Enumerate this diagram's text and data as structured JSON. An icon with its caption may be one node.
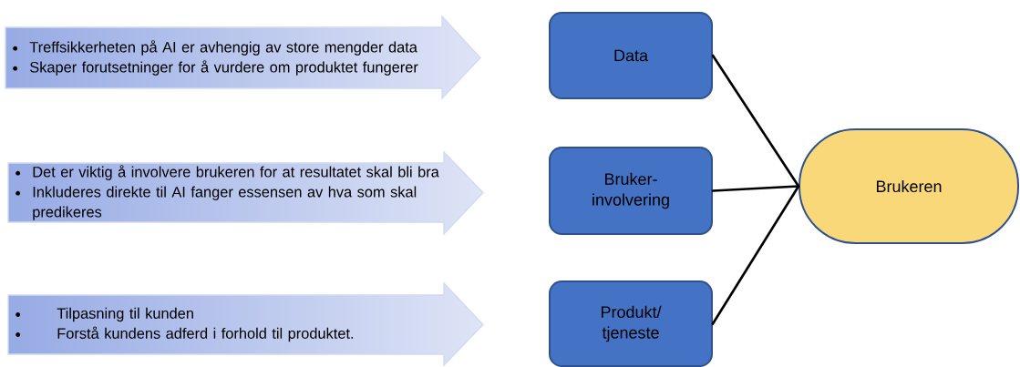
{
  "diagram": {
    "nodes": [
      {
        "text": [
          "Treffsikkerheten på AI er avhengig av store mengder data",
          "Skaper forutsetninger for å vurdere om produktet fungerer"
        ]
      },
      {
        "text": [
          "Det er viktig å involvere brukeren for at resultatet skal bli bra",
          "Inkluderes direkte til AI fanger essensen av hva som skal predikeres"
        ]
      },
      {
        "text": [
          "Tilpasning til kunden",
          "Forstå kundens adferd i forhold til produktet."
        ]
      },
      {
        "text": [
          "Data"
        ]
      },
      {
        "text": [
          "Bruker- involvering"
        ]
      },
      {
        "text": [
          "Produkt/ tjeneste"
        ]
      },
      {
        "text": [
          "Brukeren"
        ]
      }
    ],
    "edges": [
      {
        "from": 3,
        "to": 6,
        "arrow": "none"
      },
      {
        "from": 4,
        "to": 6,
        "arrow": "none"
      },
      {
        "from": 5,
        "to": 6,
        "arrow": "none"
      }
    ]
  }
}
